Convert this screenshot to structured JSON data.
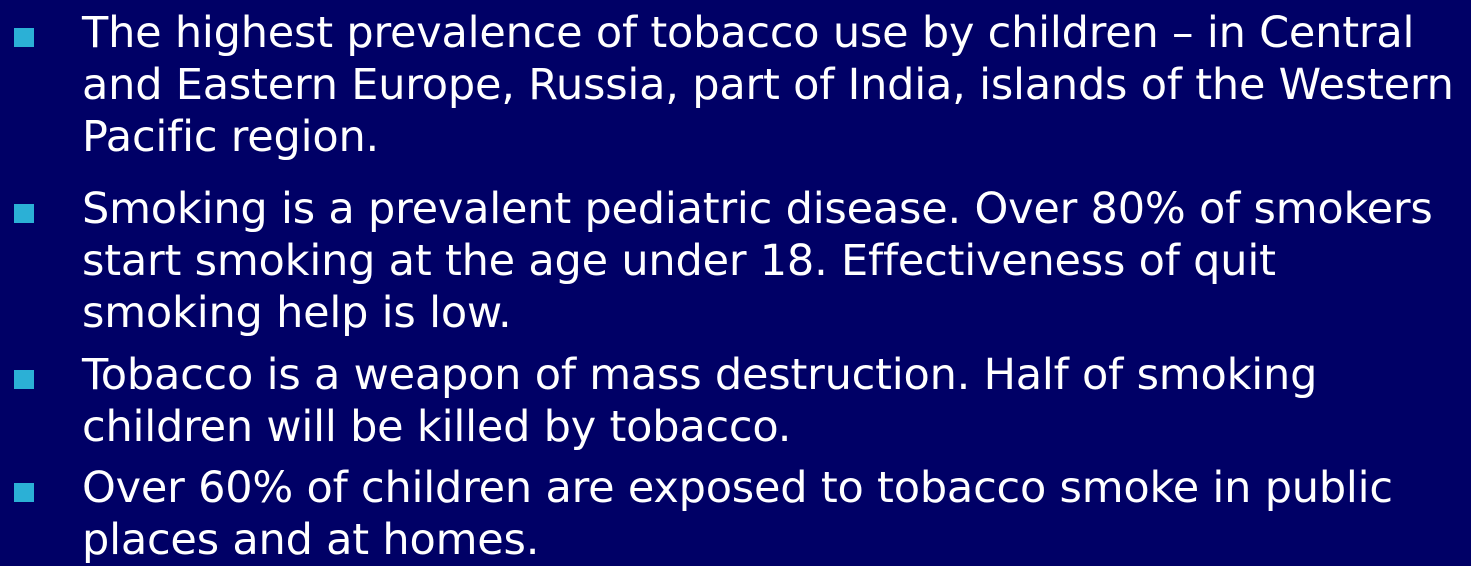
{
  "bullets": [
    {
      "text": "The highest prevalence of tobacco use by children – in Central and Eastern Europe, Russia, part of India, islands of the Western Pacific region."
    },
    {
      "text": "Smoking is a prevalent pediatric disease. Over 80% of smokers start smoking at the age under 18. Effectiveness of quit smoking help is low."
    },
    {
      "text": "Tobacco is a weapon of mass destruction. Half of smoking children will be killed by tobacco."
    },
    {
      "text": "Over 60% of children are exposed to tobacco smoke in public places and at homes."
    }
  ],
  "colors": {
    "background": "#000066",
    "text": "#ffffff",
    "bullet": "#2bb0d6"
  },
  "icons": {
    "bullet": "square-bullet-icon"
  }
}
